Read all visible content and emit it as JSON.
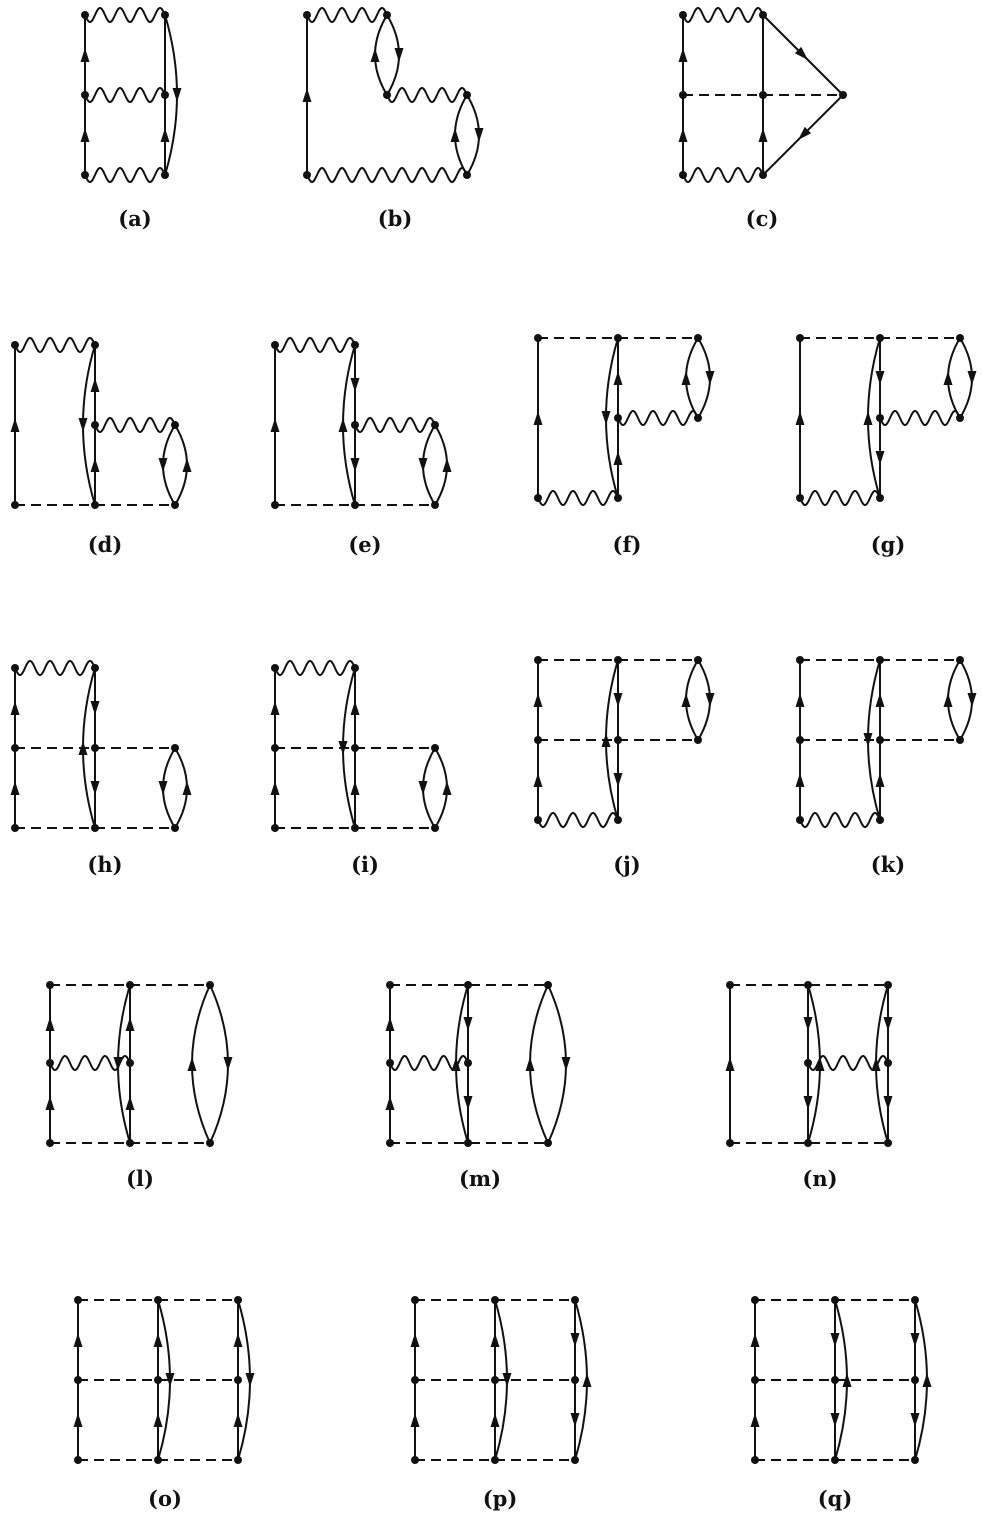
{
  "labels": {
    "a": "(a)",
    "b": "(b)",
    "c": "(c)",
    "d": "(d)",
    "e": "(e)",
    "f": "(f)",
    "g": "(g)",
    "h": "(h)",
    "i": "(i)",
    "j": "(j)",
    "k": "(k)",
    "l": "(l)",
    "m": "(m)",
    "n": "(n)",
    "o": "(o)",
    "p": "(p)",
    "q": "(q)"
  }
}
